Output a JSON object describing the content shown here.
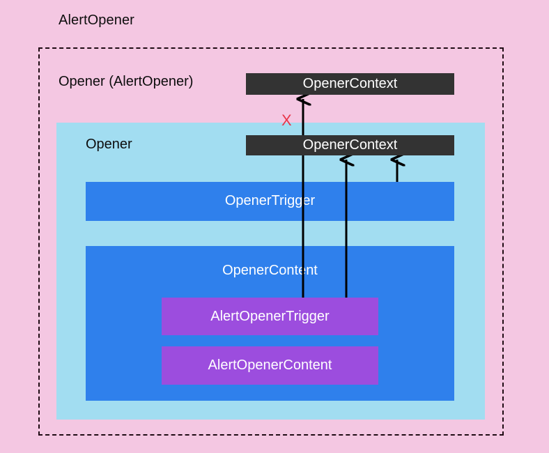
{
  "diagram": {
    "title": "AlertOpener",
    "type": "component-hierarchy-diagram",
    "outer_group": {
      "label": "Opener (AlertOpener)",
      "border_style": "dashed"
    },
    "opener_panel": {
      "label": "Opener"
    },
    "context_outer": {
      "label": "OpenerContext"
    },
    "context_inner": {
      "label": "OpenerContext"
    },
    "opener_trigger": {
      "label": "OpenerTrigger"
    },
    "opener_content": {
      "label": "OpenerContent"
    },
    "alert_opener_trigger": {
      "label": "AlertOpenerTrigger"
    },
    "alert_opener_content": {
      "label": "AlertOpenerContent"
    },
    "blocked_marker": {
      "label": "X",
      "meaning": "blocked-connection"
    },
    "colors": {
      "background_pink": "#f4c7e2",
      "panel_light_blue": "#a2ddf1",
      "box_blue": "#2f80ec",
      "box_purple": "#9c4dde",
      "context_dark": "#333333",
      "blocked_red": "#e8364a",
      "border_dark": "#1f0c14",
      "text_light": "#ffffff",
      "text_dark": "#0d0d0d"
    },
    "arrows": [
      {
        "name": "alert-trigger-to-outer-context",
        "from": "AlertOpenerTrigger",
        "to": "OpenerContext (outer)",
        "blocked": true
      },
      {
        "name": "alert-trigger-to-inner-context",
        "from": "AlertOpenerTrigger",
        "to": "OpenerContext (inner)",
        "blocked": false
      },
      {
        "name": "opener-trigger-to-inner-context",
        "from": "OpenerTrigger",
        "to": "OpenerContext (inner)",
        "blocked": false
      }
    ]
  }
}
